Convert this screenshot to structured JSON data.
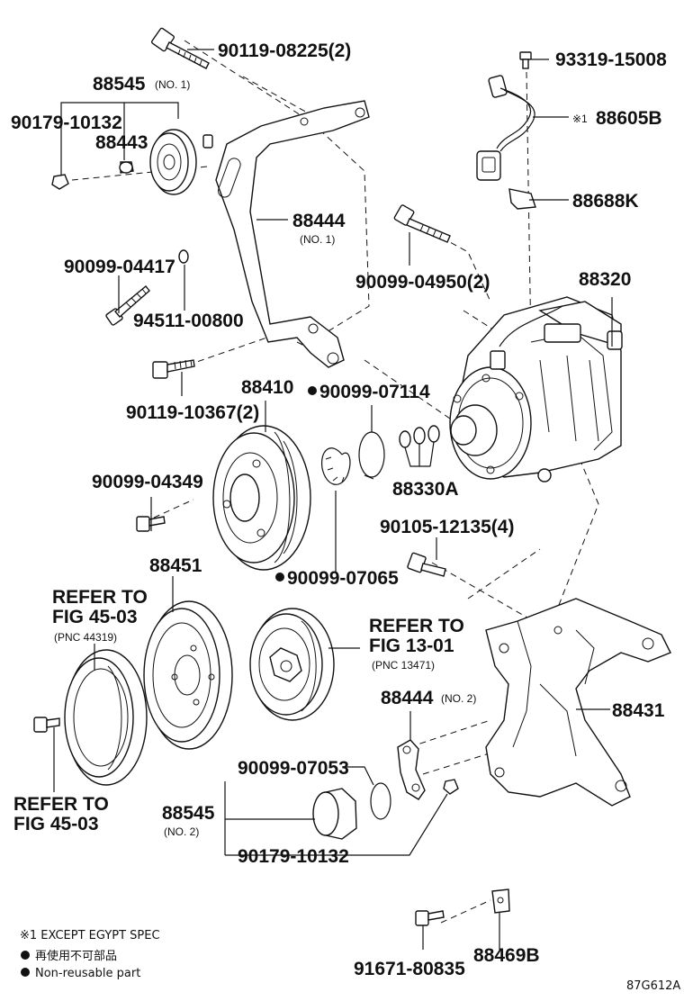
{
  "labels": {
    "l_9011908225": "90119-08225(2)",
    "l_88545_a": "88545",
    "l_88545_a_sub": "(NO. 1)",
    "l_9017910132_a": "90179-10132",
    "l_88443": "88443",
    "l_9009904417": "90099-04417",
    "l_9451100800": "94511-00800",
    "l_9011910367": "90119-10367(2)",
    "l_88444_a": "88444",
    "l_88444_a_sub": "(NO. 1)",
    "l_9331915008": "93319-15008",
    "l_88605b_mark": "※1",
    "l_88605b": "88605B",
    "l_88688k": "88688K",
    "l_9009904950": "90099-04950(2)",
    "l_88320": "88320",
    "l_88410": "88410",
    "l_9009907114": "90099-07114",
    "l_88330a": "88330A",
    "l_9009904349": "90099-04349",
    "l_9009907065": "90099-07065",
    "l_9010512135": "90105-12135(4)",
    "l_88451": "88451",
    "l_ref4503_a1": "REFER TO",
    "l_ref4503_a2": "FIG 45-03",
    "l_ref4503_a3": "(PNC 44319)",
    "l_ref1301_1": "REFER TO",
    "l_ref1301_2": "FIG 13-01",
    "l_ref1301_3": "(PNC 13471)",
    "l_88444_b": "88444",
    "l_88444_b_sub": "(NO. 2)",
    "l_88431": "88431",
    "l_9009907053": "90099-07053",
    "l_88545_b": "88545",
    "l_88545_b_sub": "(NO. 2)",
    "l_9017910132_b": "90179-10132",
    "l_ref4503_b1": "REFER TO",
    "l_ref4503_b2": "FIG 45-03",
    "l_9167180835": "91671-80835",
    "l_88469b": "88469B"
  },
  "notes": {
    "except": "※1 EXCEPT EGYPT SPEC",
    "nonreuse_jp": "再使用不可部品",
    "nonreuse_en": "Non-reusable part"
  },
  "figure_code": "87G612A"
}
